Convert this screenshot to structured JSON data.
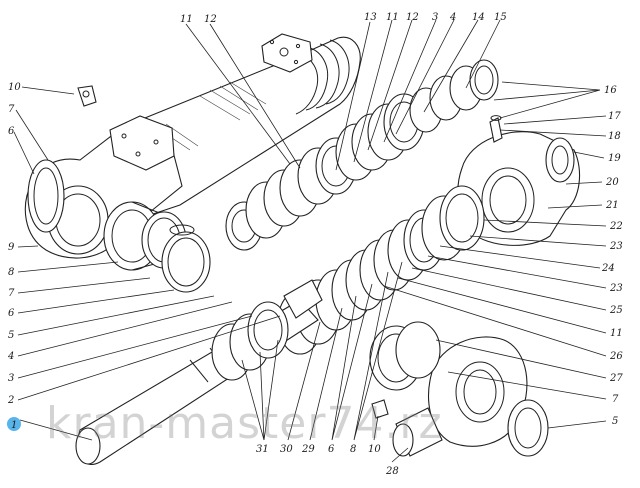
{
  "figure": {
    "callouts": [
      {
        "id": "c-10-top-left",
        "text": "10"
      },
      {
        "id": "c-7-left",
        "text": "7"
      },
      {
        "id": "c-6-left",
        "text": "6"
      },
      {
        "id": "c-9",
        "text": "9"
      },
      {
        "id": "c-8-left",
        "text": "8"
      },
      {
        "id": "c-7-left-b",
        "text": "7"
      },
      {
        "id": "c-6-left-b",
        "text": "6"
      },
      {
        "id": "c-5-left",
        "text": "5"
      },
      {
        "id": "c-4-left",
        "text": "4"
      },
      {
        "id": "c-3-left",
        "text": "3"
      },
      {
        "id": "c-2-left",
        "text": "2"
      },
      {
        "id": "c-1-left",
        "text": "1"
      },
      {
        "id": "c-11-top",
        "text": "11"
      },
      {
        "id": "c-12-top",
        "text": "12"
      },
      {
        "id": "c-13-top",
        "text": "13"
      },
      {
        "id": "c-11-top-b",
        "text": "11"
      },
      {
        "id": "c-12-top-b",
        "text": "12"
      },
      {
        "id": "c-3-top",
        "text": "3"
      },
      {
        "id": "c-4-top",
        "text": "4"
      },
      {
        "id": "c-14-top",
        "text": "14"
      },
      {
        "id": "c-15-top",
        "text": "15"
      },
      {
        "id": "c-16",
        "text": "16"
      },
      {
        "id": "c-17",
        "text": "17"
      },
      {
        "id": "c-18",
        "text": "18"
      },
      {
        "id": "c-19",
        "text": "19"
      },
      {
        "id": "c-20",
        "text": "20"
      },
      {
        "id": "c-21",
        "text": "21"
      },
      {
        "id": "c-22",
        "text": "22"
      },
      {
        "id": "c-23-right",
        "text": "23"
      },
      {
        "id": "c-24",
        "text": "24"
      },
      {
        "id": "c-23-right-b",
        "text": "23"
      },
      {
        "id": "c-25",
        "text": "25"
      },
      {
        "id": "c-11-right",
        "text": "11"
      },
      {
        "id": "c-26",
        "text": "26"
      },
      {
        "id": "c-27",
        "text": "27"
      },
      {
        "id": "c-7-right",
        "text": "7"
      },
      {
        "id": "c-5-right",
        "text": "5"
      },
      {
        "id": "c-31",
        "text": "31"
      },
      {
        "id": "c-30",
        "text": "30"
      },
      {
        "id": "c-29",
        "text": "29"
      },
      {
        "id": "c-6-bottom",
        "text": "6"
      },
      {
        "id": "c-8-bottom",
        "text": "8"
      },
      {
        "id": "c-10-bottom",
        "text": "10"
      },
      {
        "id": "c-28",
        "text": "28"
      }
    ],
    "watermark": "kran-master74.rz",
    "marker_color": "#3ba7e6"
  }
}
